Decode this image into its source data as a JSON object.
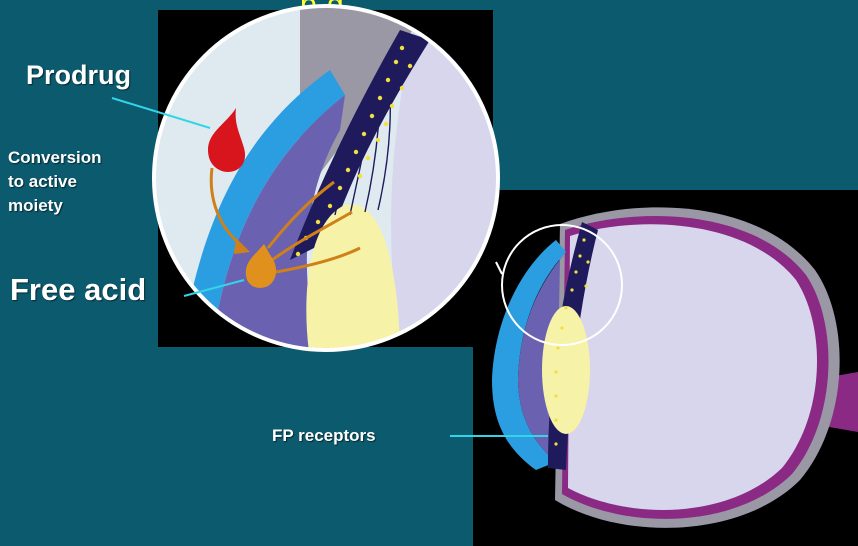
{
  "title_fragment": "p         g",
  "labels": {
    "prodrug": "Prodrug",
    "conversion": [
      "Conversion",
      "to active",
      "moiety"
    ],
    "free_acid": "Free acid",
    "fp_receptors": "FP receptors"
  },
  "colors": {
    "background": "#0b5a6e",
    "title": "#ffff33",
    "label_text": "#ffffff",
    "leader_line": "#33d4e8",
    "cornea_blue": "#2a9ee0",
    "iris_ciliary_purple": "#6a62b0",
    "ciliary_body_dark": "#1e1a5c",
    "lens_yellow": "#f6f2a8",
    "vitreous_lavender": "#d8d6ec",
    "sclera_purple": "#8a2a84",
    "prodrug_red": "#d8141c",
    "free_acid_orange": "#e0901c",
    "receptor_dots": "#f0e040"
  }
}
